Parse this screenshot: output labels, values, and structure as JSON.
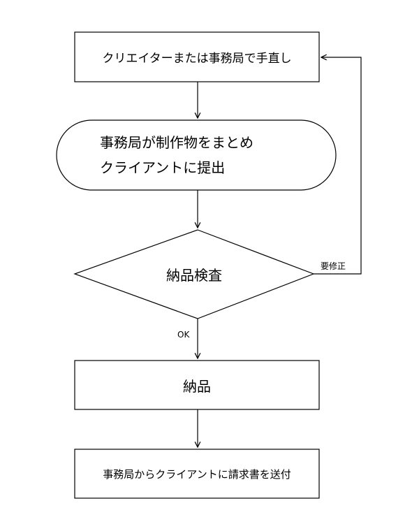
{
  "nodes": {
    "rework": "クリエイターまたは事務局で手直し",
    "compile_line1": "事務局が制作物をまとめ",
    "compile_line2": "クライアントに提出",
    "inspection": "納品検査",
    "delivery": "納品",
    "invoice": "事務局からクライアントに請求書を送付"
  },
  "edges": {
    "ok_label": "OK",
    "revision_label": "要修正"
  },
  "colors": {
    "stroke": "#000000",
    "fill": "#ffffff"
  }
}
